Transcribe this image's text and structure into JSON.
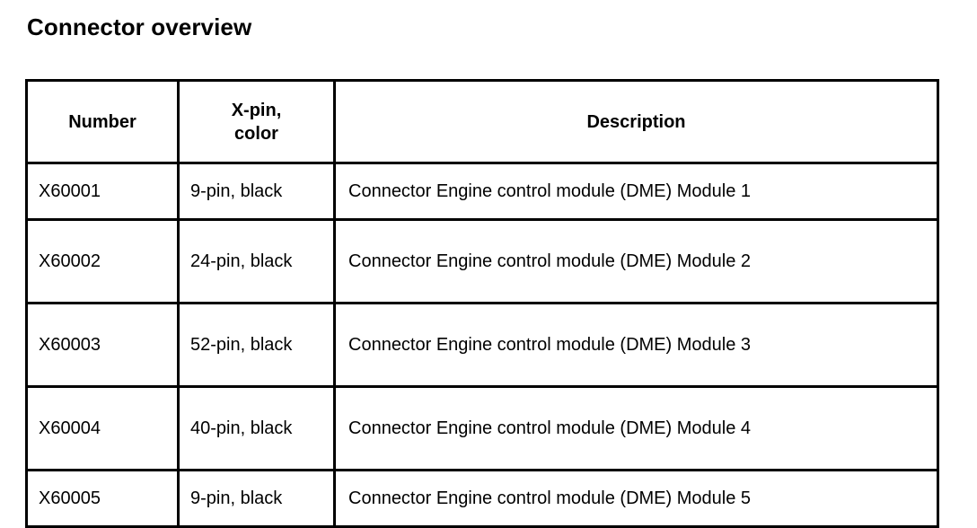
{
  "page": {
    "title": "Connector overview",
    "background_color": "#ffffff",
    "text_color": "#000000",
    "border_color": "#000000"
  },
  "table": {
    "name": "connector-overview-table",
    "columns": [
      {
        "key": "number",
        "label": "Number"
      },
      {
        "key": "xpin_color",
        "label": "X-pin,\ncolor",
        "label_line1": "X-pin,",
        "label_line2": "color"
      },
      {
        "key": "description",
        "label": "Description"
      }
    ],
    "rows": [
      {
        "number": "X60001",
        "xpin_color": "9-pin, black",
        "description": "Connector Engine control module (DME) Module 1"
      },
      {
        "number": "X60002",
        "xpin_color": "24-pin, black",
        "description": "Connector Engine control module (DME) Module 2"
      },
      {
        "number": "X60003",
        "xpin_color": "52-pin, black",
        "description": "Connector Engine control module (DME) Module 3"
      },
      {
        "number": "X60004",
        "xpin_color": "40-pin, black",
        "description": "Connector Engine control module (DME) Module 4"
      },
      {
        "number": "X60005",
        "xpin_color": "9-pin, black",
        "description": "Connector Engine control module (DME) Module 5"
      }
    ]
  }
}
